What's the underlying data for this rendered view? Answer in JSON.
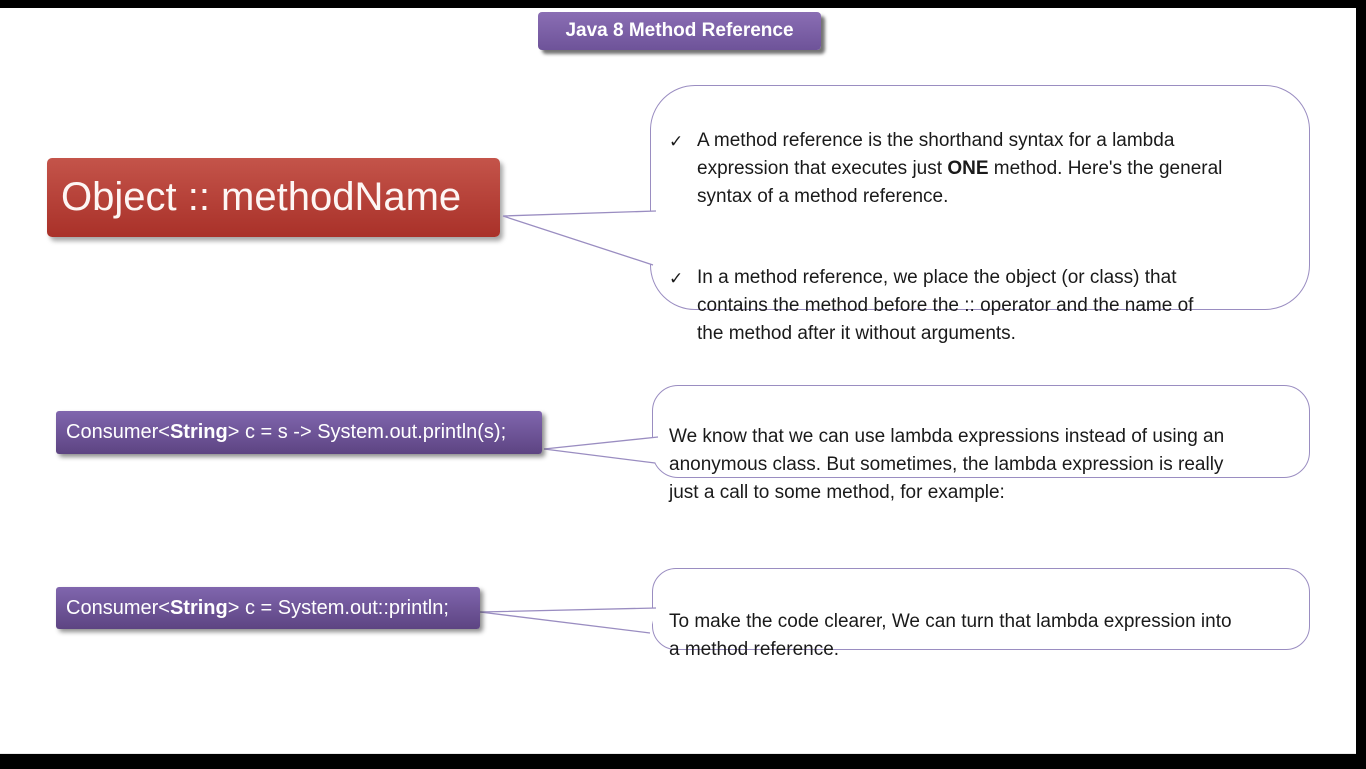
{
  "slide": {
    "title_badge": "Java 8 Method Reference",
    "syntax_box": {
      "label": "Object :: methodName"
    },
    "intro_callout": {
      "check": "✓",
      "bullet1": {
        "pre": "A method reference is the shorthand syntax for a lambda\nexpression that executes just ",
        "bold": "ONE",
        "post": " method. Here's the general\nsyntax of a method reference."
      },
      "bullet2": {
        "text": "In a method reference, we place the object (or class) that\ncontains the method before the :: operator and the name of\nthe method after it without arguments."
      }
    },
    "lambda_example": {
      "code": {
        "pre": "Consumer<",
        "bold": "String",
        "post": "> c = s -> System.out.println(s);"
      },
      "callout": "We know that we can use lambda expressions instead of using an\nanonymous class. But sometimes, the lambda expression is really\njust a call to some method, for example:"
    },
    "method_ref_example": {
      "code": {
        "pre": "Consumer<",
        "bold": "String",
        "post": "> c = System.out::println;"
      },
      "callout": "To make the code clearer, We can turn that lambda expression into\na method reference."
    },
    "colors": {
      "accent_purple": "#7b60a9",
      "accent_red": "#b4382e",
      "callout_border": "#9a8dc1",
      "letterbox": "#000000"
    }
  }
}
